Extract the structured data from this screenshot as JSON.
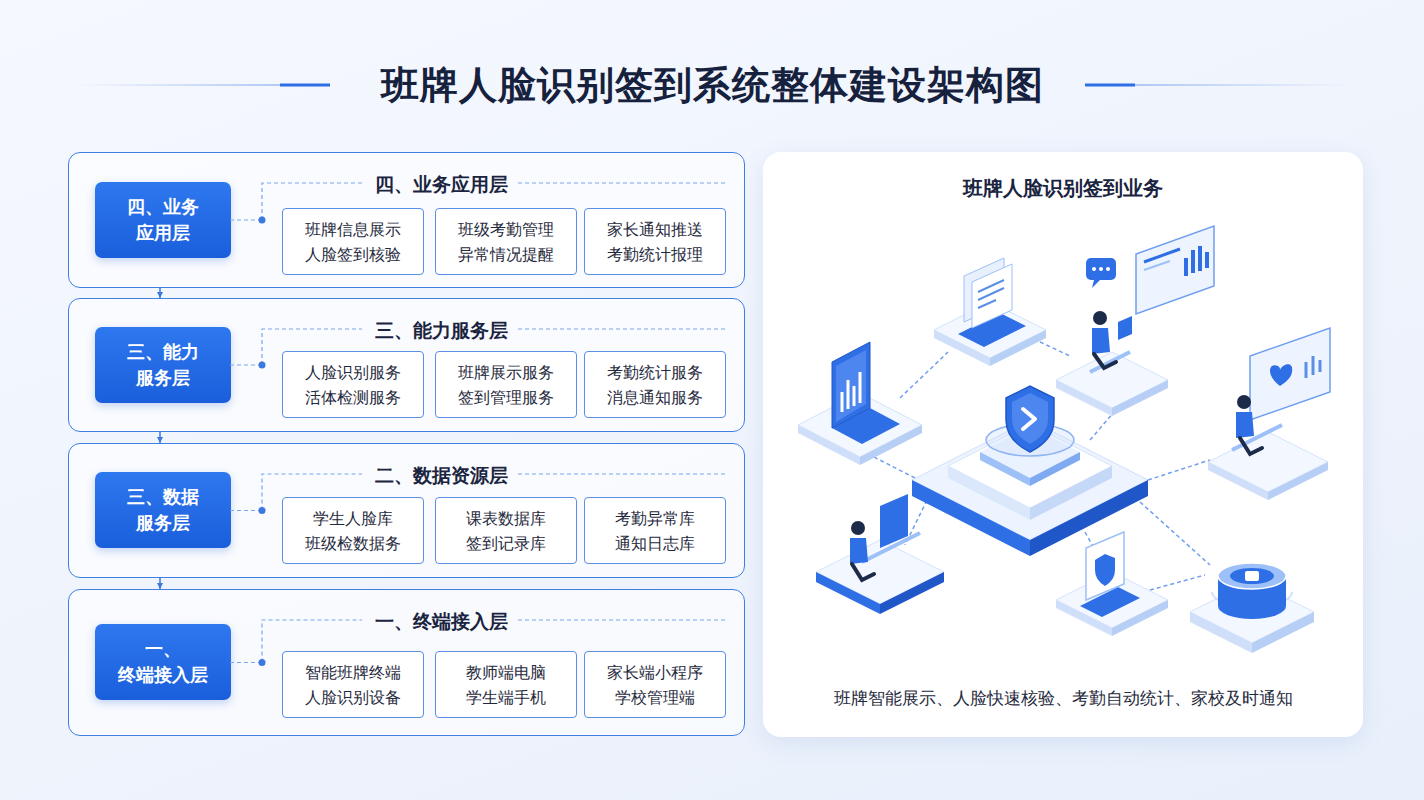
{
  "diagram": {
    "title": "班牌人脸识别签到系统整体建设架构图",
    "nodes": [
      {
        "text": [
          "四、业务应用层"
        ]
      },
      {
        "text": [
          "四、业务 应用层"
        ],
        "in": 0
      },
      {
        "text": [
          "班牌信息展示",
          "人脸签到核验"
        ],
        "in": 0
      },
      {
        "text": [
          "班级考勤管理",
          "异常情况提醒"
        ],
        "in": 0
      },
      {
        "text": [
          "家长通知推送",
          "考勤统计报理"
        ],
        "in": 0
      },
      {
        "text": [
          "三、能力服务层"
        ]
      },
      {
        "text": [
          "三、能力 服务层"
        ],
        "in": 5
      },
      {
        "text": [
          "人脸识别服务",
          "活体检测服务"
        ],
        "in": 5
      },
      {
        "text": [
          "班牌展示服务",
          "签到管理服务"
        ],
        "in": 5
      },
      {
        "text": [
          "考勤统计服务",
          "消息通知服务"
        ],
        "in": 5
      },
      {
        "text": [
          "二、数据资源层"
        ]
      },
      {
        "text": [
          "三、数据 服务层"
        ],
        "in": 10
      },
      {
        "text": [
          "学生人脸库",
          "班级检数据务"
        ],
        "in": 10
      },
      {
        "text": [
          "课表数据库",
          "签到记录库"
        ],
        "in": 10
      },
      {
        "text": [
          "考勤异常库",
          "通知日志库"
        ],
        "in": 10
      },
      {
        "text": [
          "一、终端接入层"
        ]
      },
      {
        "text": [
          "一、 终端接入层"
        ],
        "in": 15
      },
      {
        "text": [
          "智能班牌终端",
          "人脸识别设备"
        ],
        "in": 15
      },
      {
        "text": [
          "教师端电脑",
          "学生端手机"
        ],
        "in": 15
      },
      {
        "text": [
          "家长端小程序",
          "学校管理端"
        ],
        "in": 15
      },
      {
        "text": [
          "班牌人脸识别签到业务",
          "班牌智能展示、人脸快速核验、考勤自动统计、家校及时通知"
        ]
      }
    ],
    "edges": [
      {
        "from": 0,
        "to": 5,
        "arrow": "to"
      },
      {
        "from": 5,
        "to": 10,
        "arrow": "to"
      },
      {
        "from": 10,
        "to": 15,
        "arrow": "to"
      }
    ]
  }
}
